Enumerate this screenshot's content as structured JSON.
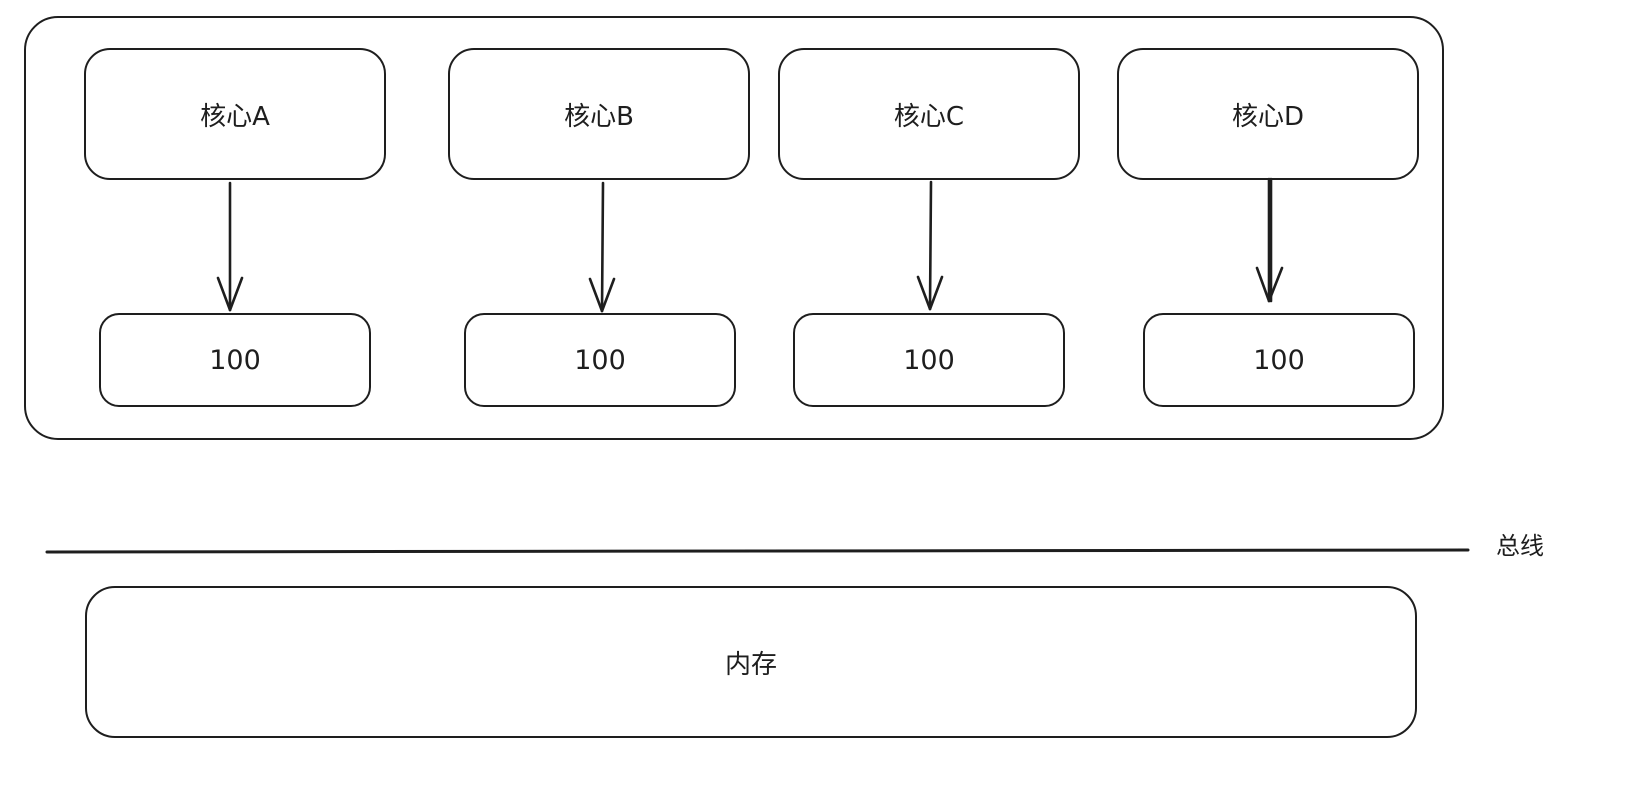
{
  "cores": [
    {
      "label": "核心A",
      "cache_value": "100"
    },
    {
      "label": "核心B",
      "cache_value": "100"
    },
    {
      "label": "核心C",
      "cache_value": "100"
    },
    {
      "label": "核心D",
      "cache_value": "100"
    }
  ],
  "bus_label": "总线",
  "memory_label": "内存",
  "colors": {
    "stroke": "#1e1e1e",
    "background": "#ffffff"
  }
}
